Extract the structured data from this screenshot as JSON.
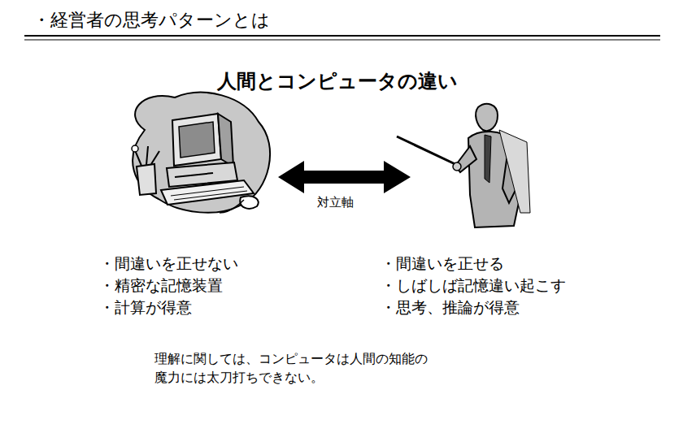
{
  "diagram": {
    "title": "・経営者の思考パターンとは",
    "caption": "理解に関しては、コンピュータは人間の知能の 魔力には太刀打ちできない。",
    "labels": [
      "人間とコンピュータの違い",
      "対立軸",
      "・間違いを正せない",
      "・精密な記憶装置",
      "・計算が得意",
      "・間違いを正せる",
      "・しばしば記憶違い起こす",
      "・思考、推論が得意"
    ]
  }
}
